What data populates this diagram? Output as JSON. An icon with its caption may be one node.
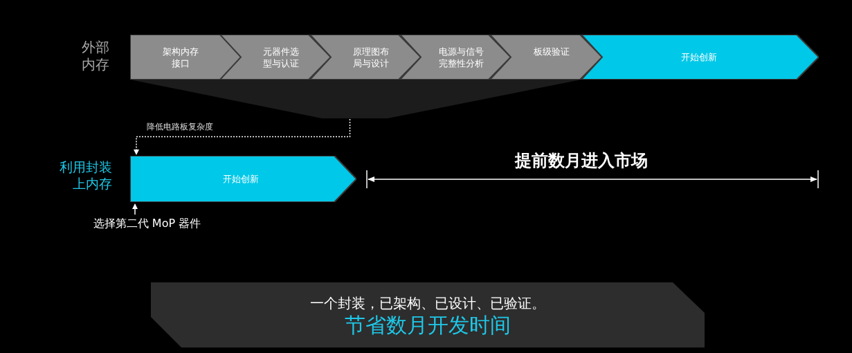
{
  "diagram": {
    "nodes": [
      {
        "text": [
          "架构内存接口"
        ]
      },
      {
        "text": [
          "元器件选型与认证"
        ]
      },
      {
        "text": [
          "原理图布局与设计"
        ]
      },
      {
        "text": [
          "电源与信号完整性分析"
        ]
      },
      {
        "text": [
          "板级验证"
        ]
      },
      {
        "text": [
          "开始创新"
        ]
      },
      {
        "text": [],
        "shape": "trapezoid"
      },
      {
        "text": [
          "开始创新"
        ]
      },
      {
        "text": [
          "选择第二代 MoP 器件"
        ]
      },
      {
        "text": [
          "一个封装，已架构、已设计、已验证。",
          "节省数月开发时间"
        ]
      }
    ],
    "edges": [
      {
        "from": 6,
        "to": 7,
        "arrow": "to",
        "style": "dashed",
        "label": "降低电路板复杂度"
      },
      {
        "from": 8,
        "to": 7,
        "arrow": "to"
      }
    ],
    "labels": [
      "外部内存",
      "利用封装上内存",
      "提前数月进入市场"
    ]
  }
}
